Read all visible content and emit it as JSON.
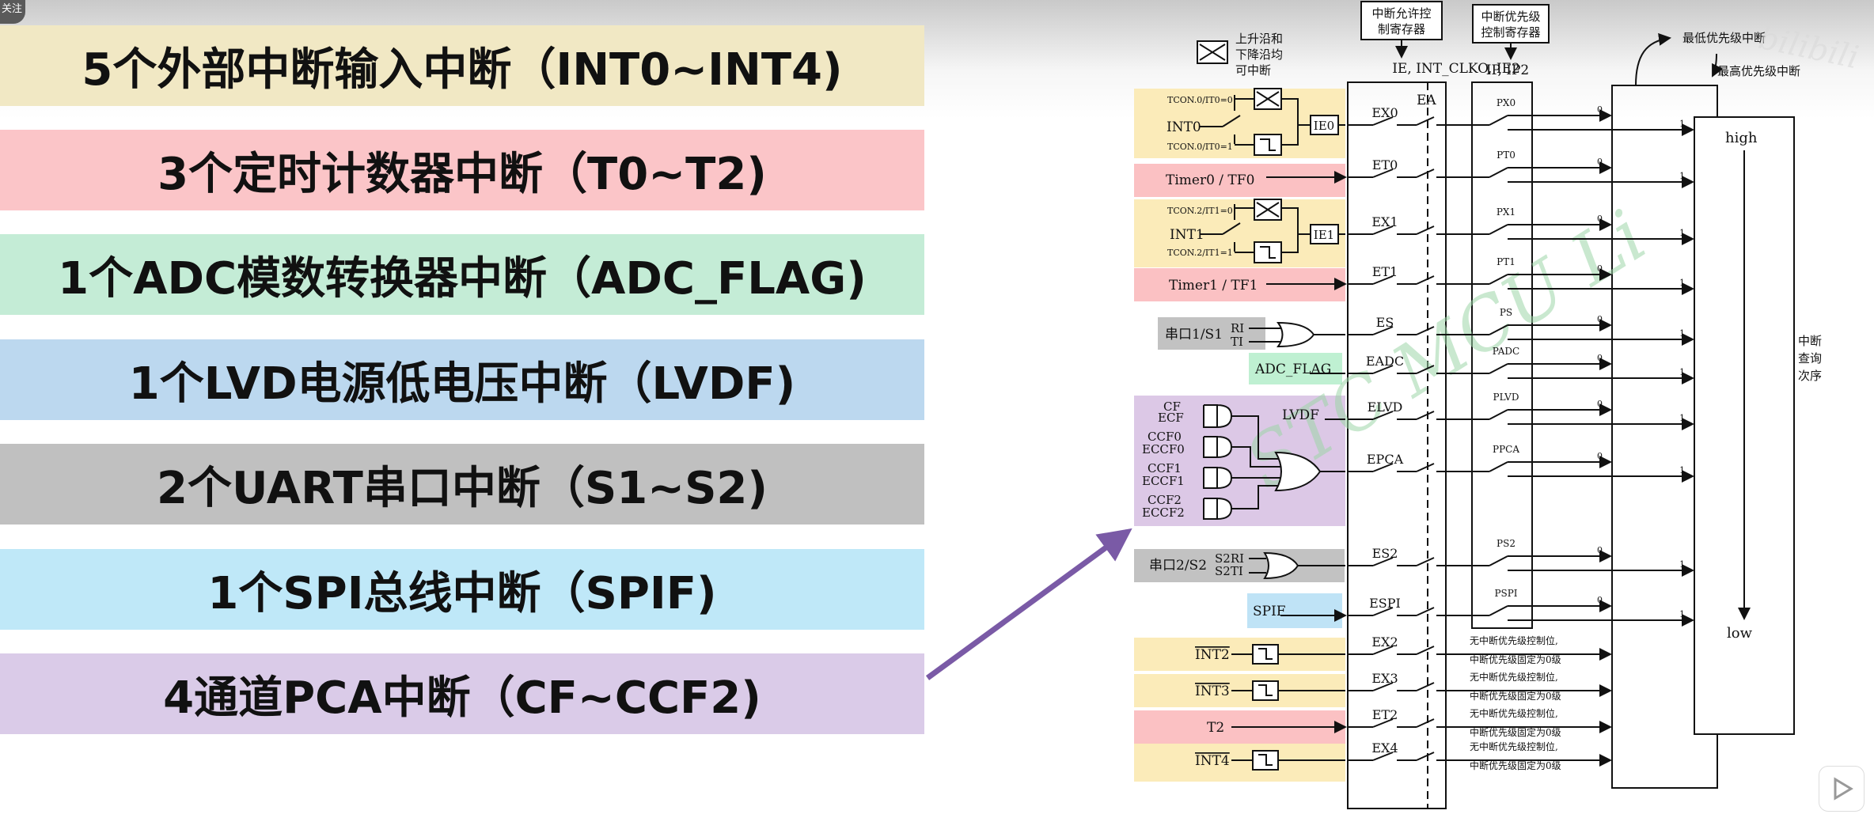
{
  "corner_badge": "关注",
  "bars": [
    {
      "label": "5个外部中断输入中断（INT0~INT4)",
      "color": "#f1e8c4"
    },
    {
      "label": "3个定时计数器中断（T0~T2)",
      "color": "#fbc5c8"
    },
    {
      "label": "1个ADC模数转换器中断（ADC_FLAG)",
      "color": "#c4ecd6"
    },
    {
      "label": "1个LVD电源低电压中断（LVDF)",
      "color": "#bcd8ef"
    },
    {
      "label": "2个UART串口中断（S1~S2)",
      "color": "#c0c0c0"
    },
    {
      "label": "1个SPI总线中断（SPIF)",
      "color": "#bfe8f8"
    },
    {
      "label": "4通道PCA中断（CF~CCF2)",
      "color": "#dacbe8"
    }
  ],
  "colors": {
    "yellow": "#fbebb9",
    "pink": "#fbc1c3",
    "gray": "#c2c2c2",
    "green": "#bff0d2",
    "blue": "#bfe3f6",
    "purple": "#dcc8e6",
    "arrow": "#7a5aa6"
  },
  "diagram": {
    "edge_legend": [
      "上升沿和",
      "下降沿均",
      "可中断"
    ],
    "ie_header": [
      "中断允许控",
      "制寄存器"
    ],
    "ie_regs": "IE, INT_CLKO, IE2",
    "ip_header": [
      "中断优先级",
      "控制寄存器"
    ],
    "ip_regs": "IP, IP2",
    "lowest_label": "最低优先级中断",
    "highest_label": "最高优先级中断",
    "high": "high",
    "low": "low",
    "query_order": [
      "中断",
      "查询",
      "次序"
    ],
    "ea": "EA",
    "tcon0_0": "TCON.0/IT0=0",
    "tcon0_1": "TCON.0/IT0=1",
    "tcon2_0": "TCON.2/IT1=0",
    "tcon2_1": "TCON.2/IT1=1",
    "int0": "INT0",
    "int1": "INT1",
    "ie0": "IE0",
    "ie1": "IE1",
    "timer0": "Timer0 / TF0",
    "timer1": "Timer1 / TF1",
    "uart1": "串口1/S1",
    "ri": "RI",
    "ti": "TI",
    "adc_flag": "ADC_FLAG",
    "lvdf": "LVDF",
    "pca_inputs": [
      "CF",
      "ECF",
      "CCF0",
      "ECCF0",
      "CCF1",
      "ECCF1",
      "CCF2",
      "ECCF2"
    ],
    "uart2": "串口2/S2",
    "s2ri": "S2RI",
    "s2ti": "S2TI",
    "spif": "SPIF",
    "int2": "INT2",
    "int3": "INT3",
    "t2": "T2",
    "int4": "INT4",
    "enables": [
      "EX0",
      "ET0",
      "EX1",
      "ET1",
      "ES",
      "EADC",
      "ELVD",
      "EPCA",
      "ES2",
      "ESPI",
      "EX2",
      "EX3",
      "ET2",
      "EX4"
    ],
    "priorities": [
      "PX0",
      "PT0",
      "PX1",
      "PT1",
      "PS",
      "PADC",
      "PLVD",
      "PPCA",
      "PS2",
      "PSPI"
    ],
    "zero": "0",
    "one": "1",
    "no_priority_1": "无中断优先级控制位,",
    "no_priority_2": "中断优先级固定为0级",
    "watermark": "STC MCU Li",
    "watermark2": "bilibili"
  }
}
